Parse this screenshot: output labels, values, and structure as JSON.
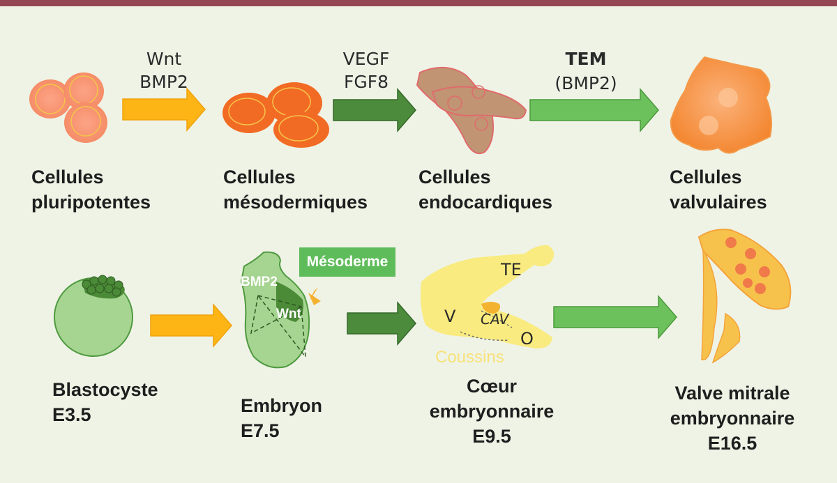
{
  "signals": {
    "s1": "Wnt\nBMP2",
    "s2": "VEGF\nFGF8",
    "s3_title": "TEM",
    "s3_sub": "(BMP2)"
  },
  "cells": {
    "pluri": "Cellules\npluripotentes",
    "meso": "Cellules\nmésodermiques",
    "endo": "Cellules\nendocardiques",
    "valv": "Cellules\nvalvulaires"
  },
  "stages": {
    "blasto": "Blastocyste\nE3.5",
    "embryon": "Embryon\nE7.5",
    "coeur": "Cœur\nembryonnaire\nE9.5",
    "valve": "Valve mitrale\nembryonnaire\nE16.5"
  },
  "embryo_labels": {
    "mesoderme": "Mésoderme",
    "bmp2": "BMP2",
    "wnt": "Wnt"
  },
  "heart_labels": {
    "te": "TE",
    "v": "V",
    "cav": "CAV",
    "o": "O",
    "coussins": "Coussins"
  },
  "colors": {
    "orange_arrow": "#fdb515",
    "dark_green_arrow": "#4c8a3c",
    "light_green_arrow": "#6cc15c",
    "border": "#944752",
    "background": "#eff3e6"
  }
}
